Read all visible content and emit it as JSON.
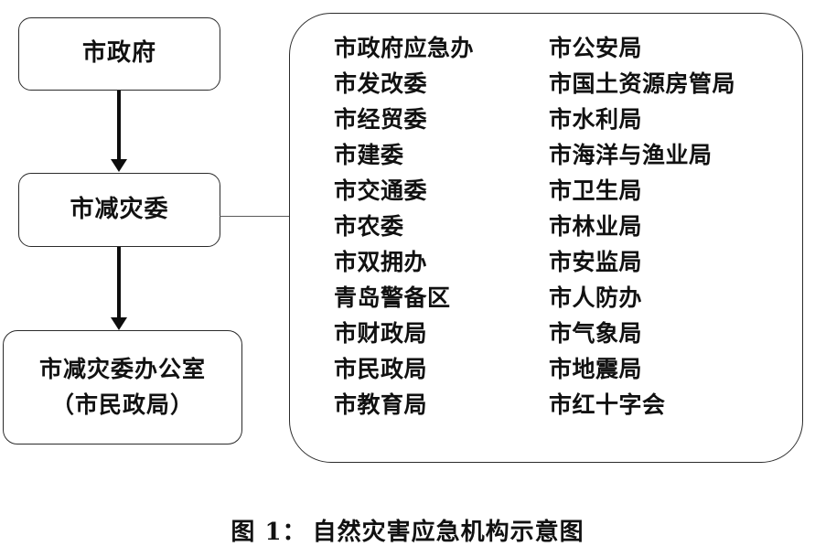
{
  "figure": {
    "caption_label": "图 1：",
    "caption_title": "自然灾害应急机构示意图"
  },
  "flow": {
    "nodes": [
      {
        "id": "city-government",
        "label": "市政府"
      },
      {
        "id": "disaster-reduction-committee",
        "label": "市减灾委"
      },
      {
        "id": "disaster-reduction-committee-office",
        "label_line1": "市减灾委办公室",
        "label_line2": "（市民政局）"
      }
    ],
    "connectors": [
      {
        "from": "city-government",
        "to": "disaster-reduction-committee",
        "style": "arrow-down"
      },
      {
        "from": "disaster-reduction-committee",
        "to": "disaster-reduction-committee-office",
        "style": "arrow-down"
      },
      {
        "from": "disaster-reduction-committee",
        "to": "member-agencies-panel",
        "style": "plain-line"
      }
    ]
  },
  "agency_panel": {
    "columns": 2,
    "rows": [
      {
        "col1": "市政府应急办",
        "col2": "市公安局"
      },
      {
        "col1": "市发改委",
        "col2": "市国土资源房管局"
      },
      {
        "col1": "市经贸委",
        "col2": "市水利局"
      },
      {
        "col1": "市建委",
        "col2": "市海洋与渔业局"
      },
      {
        "col1": "市交通委",
        "col2": "市卫生局"
      },
      {
        "col1": "市农委",
        "col2": "市林业局"
      },
      {
        "col1": "市双拥办",
        "col2": "市安监局"
      },
      {
        "col1": "青岛警备区",
        "col2": "市人防办"
      },
      {
        "col1": "市财政局",
        "col2": "市气象局"
      },
      {
        "col1": "市民政局",
        "col2": "市地震局"
      },
      {
        "col1": "市教育局",
        "col2": "市红十字会"
      }
    ]
  },
  "colors": {
    "background": "#ffffff",
    "text": "#111111",
    "box_border": "#2b2b2b",
    "arrow": "#0d0d0d",
    "thin_connector": "#5a5a5a"
  }
}
